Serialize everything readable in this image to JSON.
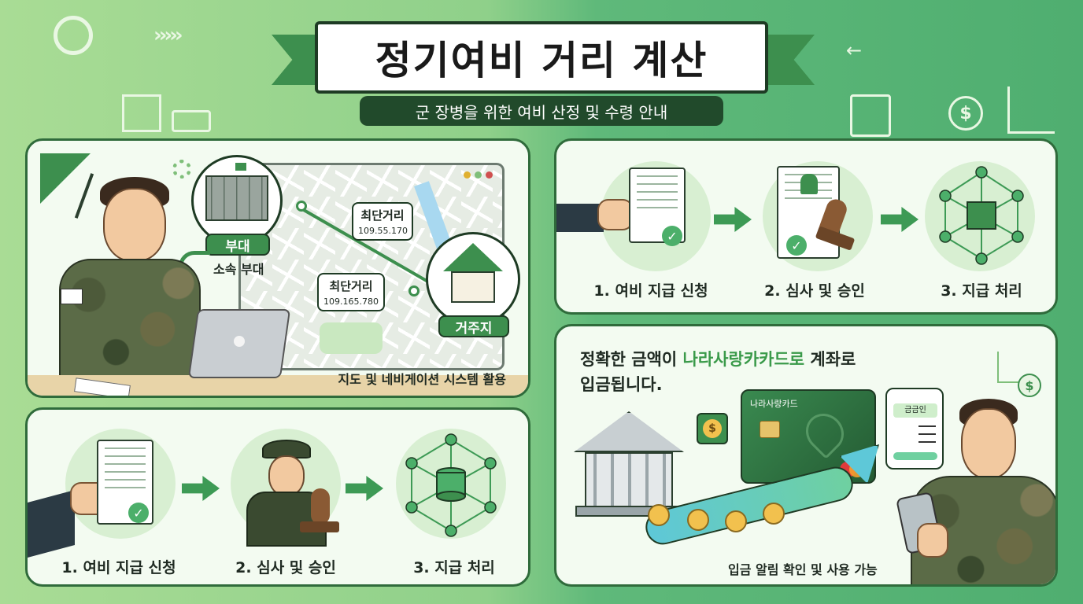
{
  "header": {
    "title": "정기여비 거리 계산",
    "subtitle": "군 장병을 위한 여비 산정 및 수령 안내"
  },
  "map_panel": {
    "unit_badge": "부대",
    "unit_caption": "소속 부대",
    "home_badge": "거주지",
    "route_top": {
      "label": "최단거리",
      "value": "109.55.170"
    },
    "route_bottom": {
      "label": "최단거리",
      "value": "109.165.780"
    },
    "caption": "지도 및 네비게이션 시스템 활용"
  },
  "steps_right": [
    {
      "label": "1. 여비 지급 신청"
    },
    {
      "label": "2. 심사 및 승인"
    },
    {
      "label": "3. 지급 처리"
    }
  ],
  "steps_bottom": [
    {
      "label": "1. 여비 지급 신청"
    },
    {
      "label": "2. 심사 및 승인"
    },
    {
      "label": "3. 지급 처리"
    }
  ],
  "payment_panel": {
    "heading_prefix": "정확한 금액이 ",
    "heading_highlight": "나라사랑카카드로",
    "heading_suffix": " 계좌로",
    "heading_line2": "입금됩니다.",
    "card_name": "나라사랑카드",
    "phone_badge": "금금인",
    "caption": "입금 알림 확인 및 사용 가능",
    "coin_symbol": "$"
  },
  "colors": {
    "accent": "#3d8f4e",
    "dark": "#1e3b24",
    "highlight_text": "#3a9a4a",
    "panel_bg": "#f3fbf1"
  }
}
